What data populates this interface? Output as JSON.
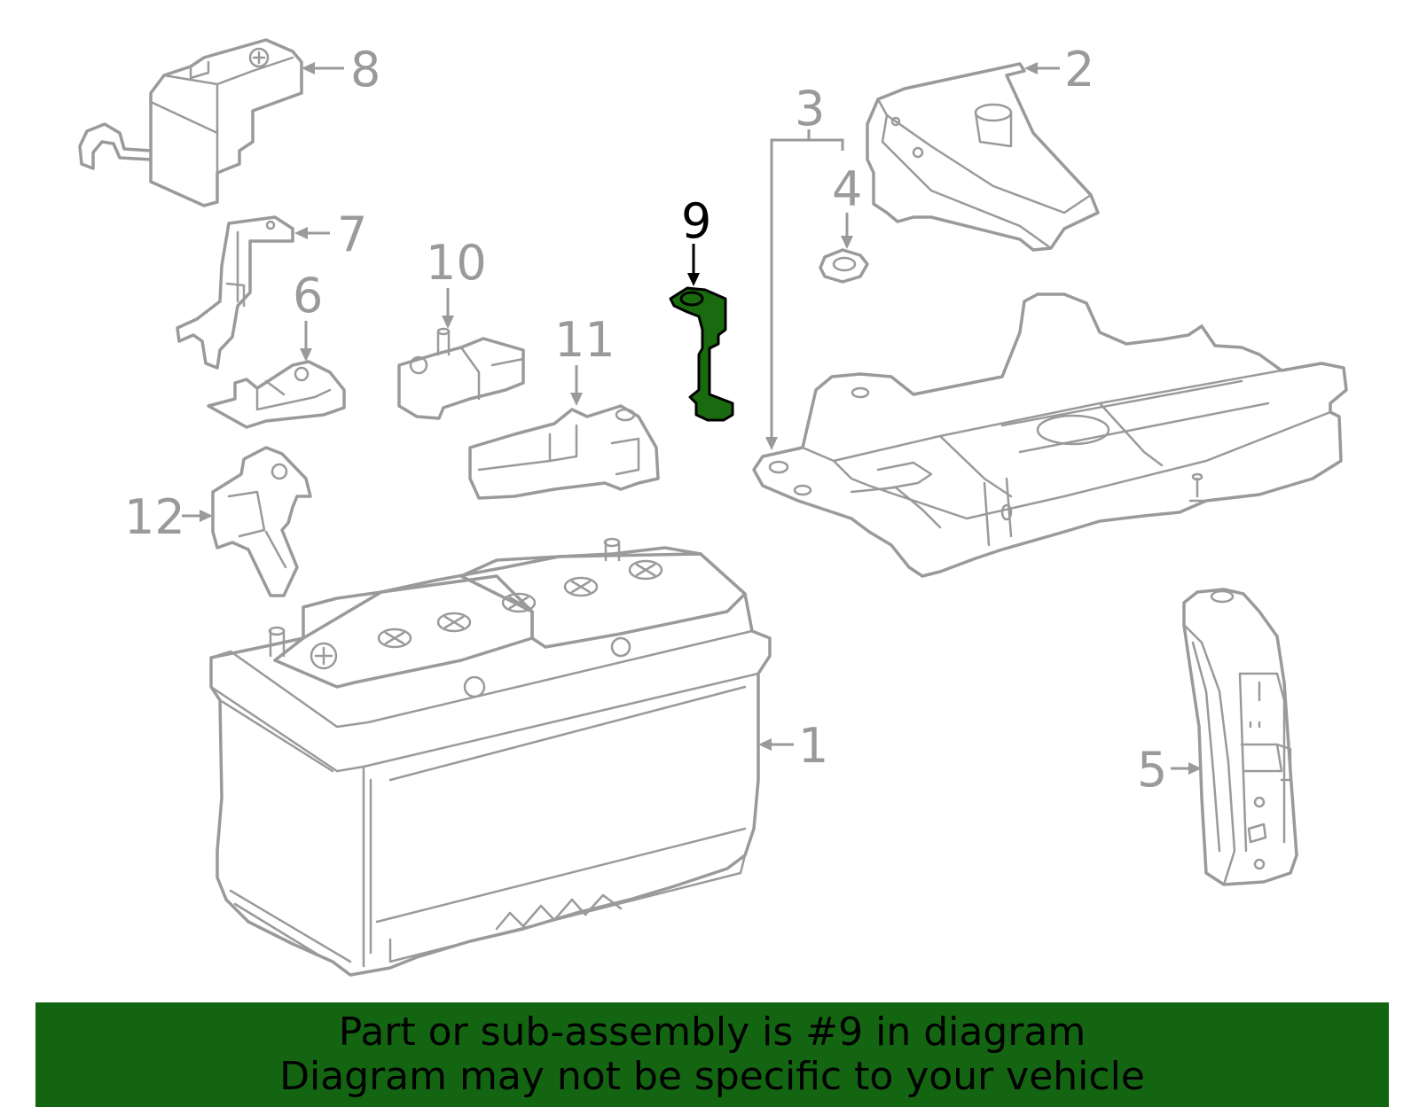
{
  "callouts": {
    "c1": "1",
    "c2": "2",
    "c3": "3",
    "c4": "4",
    "c5": "5",
    "c6": "6",
    "c7": "7",
    "c8": "8",
    "c9": "9",
    "c10": "10",
    "c11": "11",
    "c12": "12"
  },
  "highlight": {
    "part_number": "9",
    "color": "#1a6b10"
  },
  "banner": {
    "line1": "Part or sub-assembly is #9 in diagram",
    "line2": "Diagram may not be specific to your vehicle",
    "background": "#146512"
  }
}
